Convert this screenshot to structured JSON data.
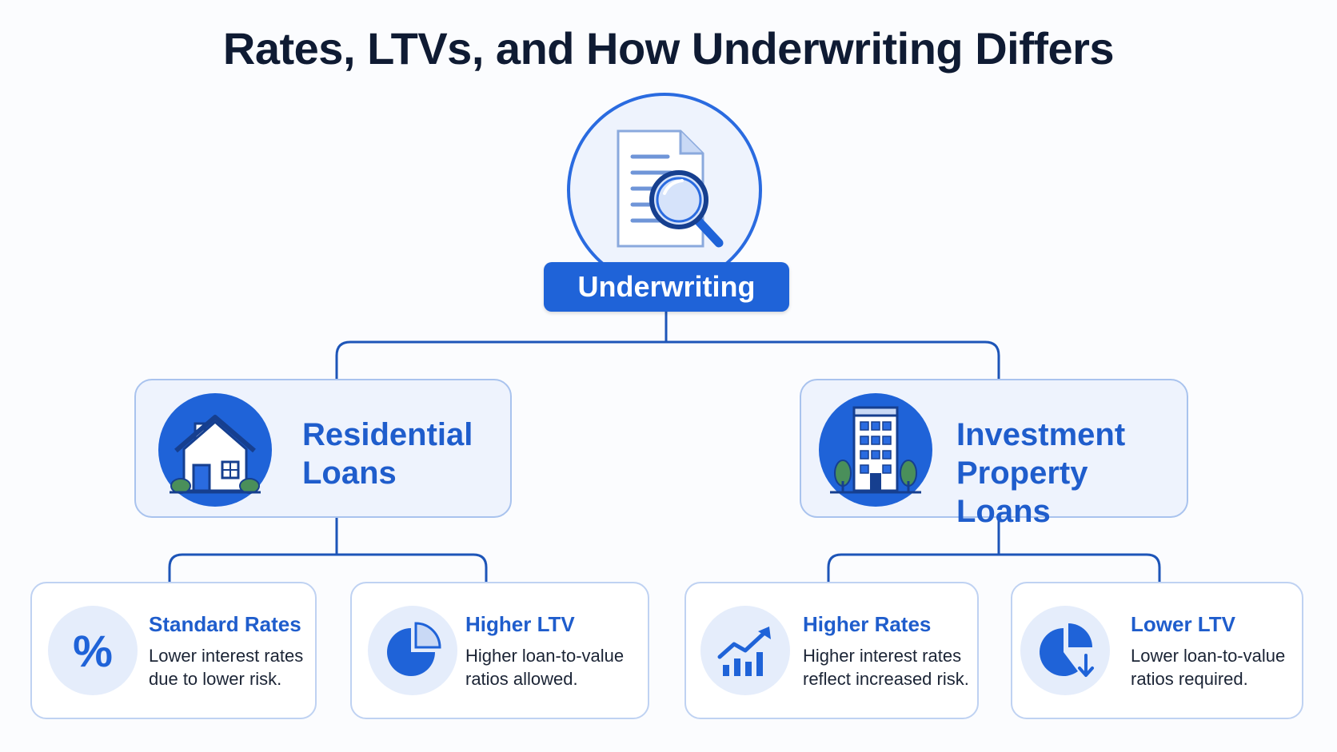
{
  "title": "Rates, LTVs, and How Underwriting Differs",
  "root": {
    "label": "Underwriting",
    "icon": "document-search-icon"
  },
  "branches": [
    {
      "label": "Residential\nLoans",
      "icon": "house-icon",
      "items": [
        {
          "title": "Standard Rates",
          "desc": "Lower interest rates\ndue to lower risk.",
          "icon": "percent-icon"
        },
        {
          "title": "Higher LTV",
          "desc": "Higher loan-to-value\nratios allowed.",
          "icon": "pie-chart-icon"
        }
      ]
    },
    {
      "label": "Investment\nProperty Loans",
      "icon": "apartment-building-icon",
      "items": [
        {
          "title": "Higher Rates",
          "desc": "Higher interest rates\nreflect increased risk.",
          "icon": "trend-up-chart-icon"
        },
        {
          "title": "Lower LTV",
          "desc": "Lower loan-to-value\nratios required.",
          "icon": "pie-chart-down-icon"
        }
      ]
    }
  ],
  "colors": {
    "primary": "#1f63d8",
    "accent_text": "#1f5dcc",
    "line": "#1d55b8",
    "card_bg": "#eef3fd"
  }
}
